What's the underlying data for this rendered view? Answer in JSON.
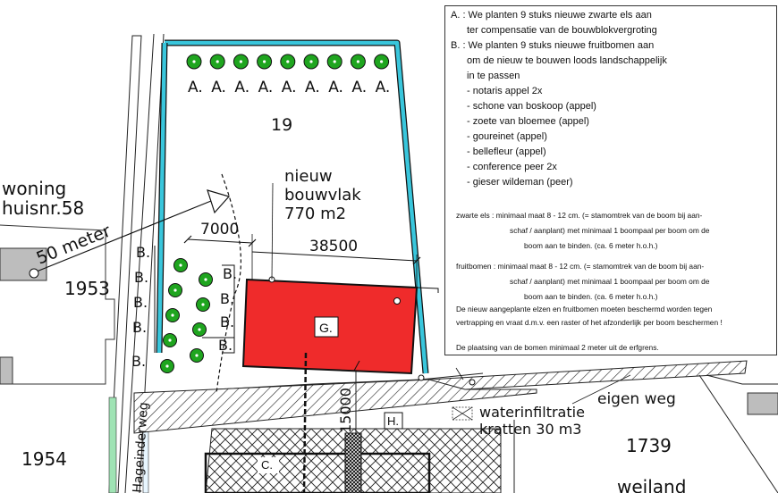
{
  "labels": {
    "woning_1": "woning",
    "woning_2": "huisnr.58",
    "distance": "50 meter",
    "year_1953": "1953",
    "year_1954": "1954",
    "year_1739": "1739",
    "weiland": "weiland",
    "plot_19": "19",
    "nieuw_1": "nieuw",
    "nieuw_2": "bouwvlak",
    "nieuw_3": "770 m2",
    "dim_7000": "7000",
    "dim_38500": "38500",
    "dim_15000": "15000",
    "label_g": "G.",
    "label_h": "H.",
    "label_c": "C.",
    "label_a": "A.",
    "label_b": "B.",
    "road": "Hageinderweg",
    "eigen_weg": "eigen weg",
    "water_1": "waterinfiltratie",
    "water_2": "kratten 30 m3"
  },
  "notes": {
    "a1": "A. : We planten 9 stuks nieuwe zwarte els aan",
    "a2": "ter compensatie van de bouwblokvergroting",
    "b1": "B. : We planten 9 stuks nieuwe fruitbomen aan",
    "b2": "om de nieuw te bouwen  loods landschappelijk",
    "b3": "in te passen",
    "items": [
      "- notaris appel    2x",
      "- schone van boskoop (appel)",
      "- zoete van bloemee (appel)",
      "- goureinet  (appel)",
      "- bellefleur (appel)",
      "- conference peer   2x",
      "- gieser wildeman (peer)"
    ],
    "els1": "zwarte els : minimaal maat 8 - 12 cm.  (= stamomtrek van de boom bij aan-",
    "els2": "schaf / aanplant) met minimaal 1 boompaal per boom om de",
    "els3": "boom aan te binden.  (ca. 6 meter h.o.h.)",
    "fruit1": "fruitbomen : minimaal maat 8 - 12 cm.  (= stamomtrek van de boom bij aan-",
    "fruit2": "schaf / aanplant) met minimaal 1 boompaal per boom om de",
    "fruit3": "boom aan te binden.  (ca. 6 meter h.o.h.)",
    "p1": "De nieuw aangeplante elzen en fruitbomen moeten beschermd worden tegen",
    "p2": "vertrapping en vraat d.m.v. een raster of het afzonderlijk per boom beschermen !",
    "p3": "De plaatsing van de bomen minimaal 2 meter uit de erfgrens."
  },
  "colors": {
    "tree_fill": "#1fa51f",
    "hedge": "#39c6dc",
    "building": "#ef2b2b"
  }
}
